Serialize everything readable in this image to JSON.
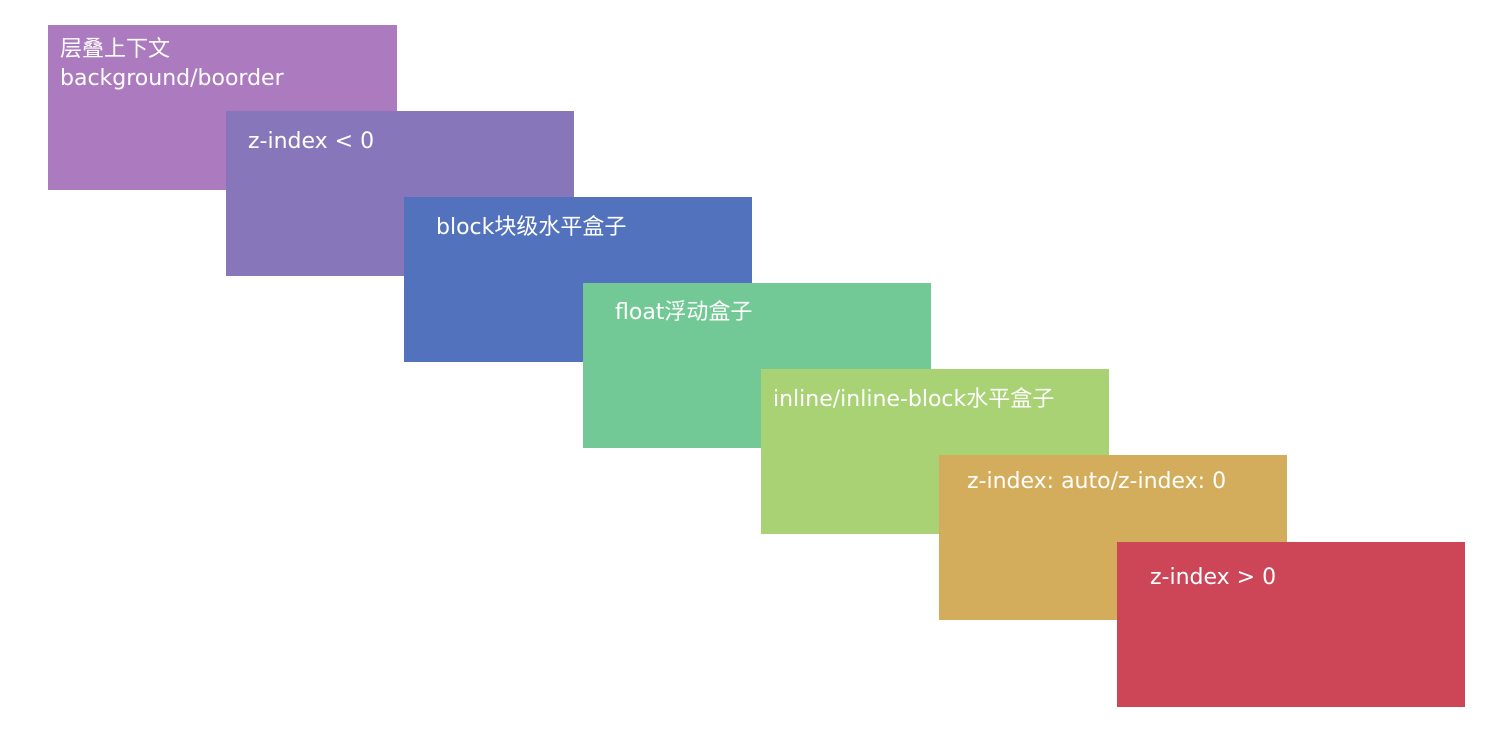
{
  "layers": [
    {
      "lines": [
        "层叠上下文",
        "background/boorder"
      ],
      "color": "#ac7abf"
    },
    {
      "label": "z-index < 0",
      "color": "#8776ba"
    },
    {
      "label": "block块级水平盒子",
      "color": "#5272bd"
    },
    {
      "label": "float浮动盒子",
      "color": "#72c995"
    },
    {
      "label": "inline/inline-block水平盒子",
      "color": "#a8d274"
    },
    {
      "label": "z-index: auto/z-index: 0",
      "color": "#d3ad5c"
    },
    {
      "label": "z-index > 0",
      "color": "#cc4658"
    }
  ]
}
